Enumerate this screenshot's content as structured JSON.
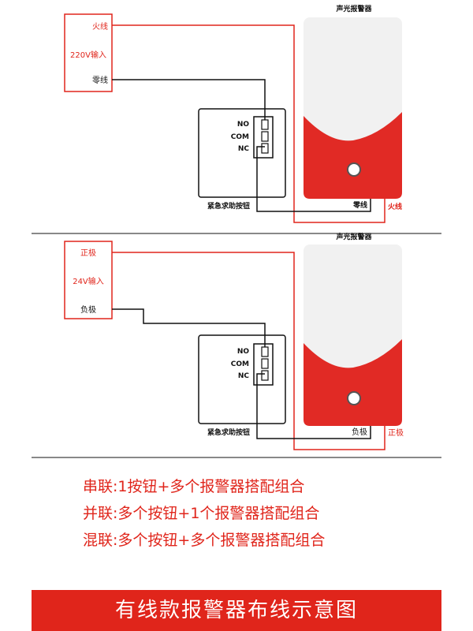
{
  "colors": {
    "wire_red": "#e0251b",
    "wire_black": "#111111",
    "alarm_red": "#e12a25",
    "alarm_white": "#f1f1f1",
    "banner": "#e0251b"
  },
  "top": {
    "source": {
      "live": "火线",
      "voltage": "220V输入",
      "neutral": "零线"
    },
    "button": {
      "no": "NO",
      "com": "COM",
      "nc": "NC",
      "caption": "紧急求助按钮"
    },
    "alarm": {
      "title": "声光报警器",
      "neutral": "零线",
      "live": "火线"
    }
  },
  "bottom": {
    "source": {
      "positive": "正极",
      "voltage": "24V输入",
      "negative": "负极"
    },
    "button": {
      "no": "NO",
      "com": "COM",
      "nc": "NC",
      "caption": "紧急求助按钮"
    },
    "alarm": {
      "title": "声光报警器",
      "negative": "负极",
      "positive": "正极"
    }
  },
  "notes": [
    {
      "head": "串联",
      "text": "1按钮+多个报警器搭配组合"
    },
    {
      "head": "并联",
      "text": "多个按钮+1个报警器搭配组合"
    },
    {
      "head": "混联",
      "text": "多个按钮+多个报警器搭配组合"
    }
  ],
  "banner": "有线款报警器布线示意图"
}
